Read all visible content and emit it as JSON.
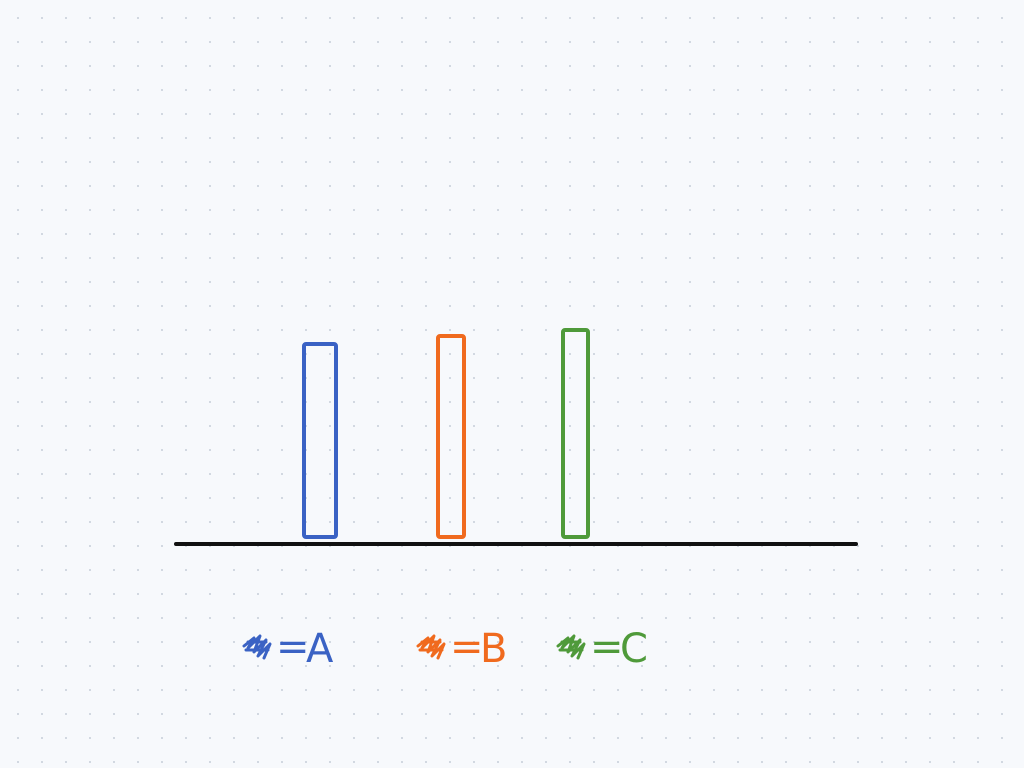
{
  "chart_data": {
    "type": "bar",
    "categories": [
      "A",
      "B",
      "C"
    ],
    "values": [
      98,
      102,
      105
    ],
    "colors": [
      "#3a62c4",
      "#f06a1e",
      "#4f9a3a"
    ],
    "ylim": [
      0,
      110
    ],
    "grid": false,
    "legend_position": "bottom",
    "legend": [
      {
        "label": "A",
        "color": "#3a62c4"
      },
      {
        "label": "B",
        "color": "#f06a1e"
      },
      {
        "label": "C",
        "color": "#4f9a3a"
      }
    ]
  }
}
